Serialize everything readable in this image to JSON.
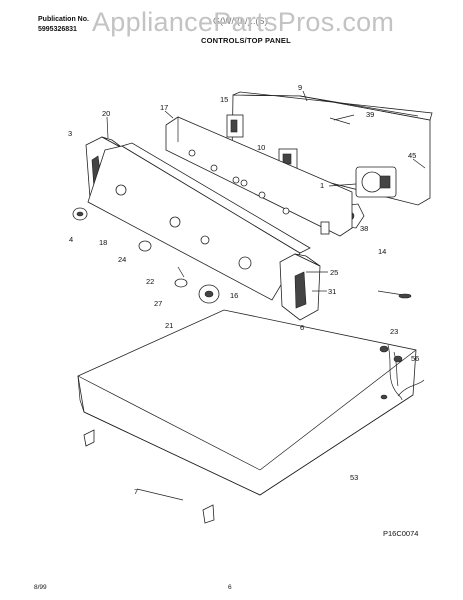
{
  "header": {
    "publication_label": "Publication No.",
    "publication_number": "5995326831",
    "model": "G(W/)(L/)..(S)",
    "section_title": "CONTROLS/TOP PANEL"
  },
  "watermark": "AppliancePartsPros.com",
  "diagram_code": "P16C0074",
  "footer": {
    "date": "8/99",
    "page": "6"
  },
  "part_labels": {
    "p9": "9",
    "p15": "15",
    "p39": "39",
    "p20": "20",
    "p17": "17",
    "p3": "3",
    "p10": "10",
    "p45": "45",
    "p1": "1",
    "p4": "4",
    "p18": "18",
    "p38": "38",
    "p24": "24",
    "p14": "14",
    "p22": "22",
    "p25": "25",
    "p31": "31",
    "p16": "16",
    "p27": "27",
    "p21": "21",
    "p6": "6",
    "p23": "23",
    "p56": "56",
    "p53": "53",
    "p7": "7"
  }
}
